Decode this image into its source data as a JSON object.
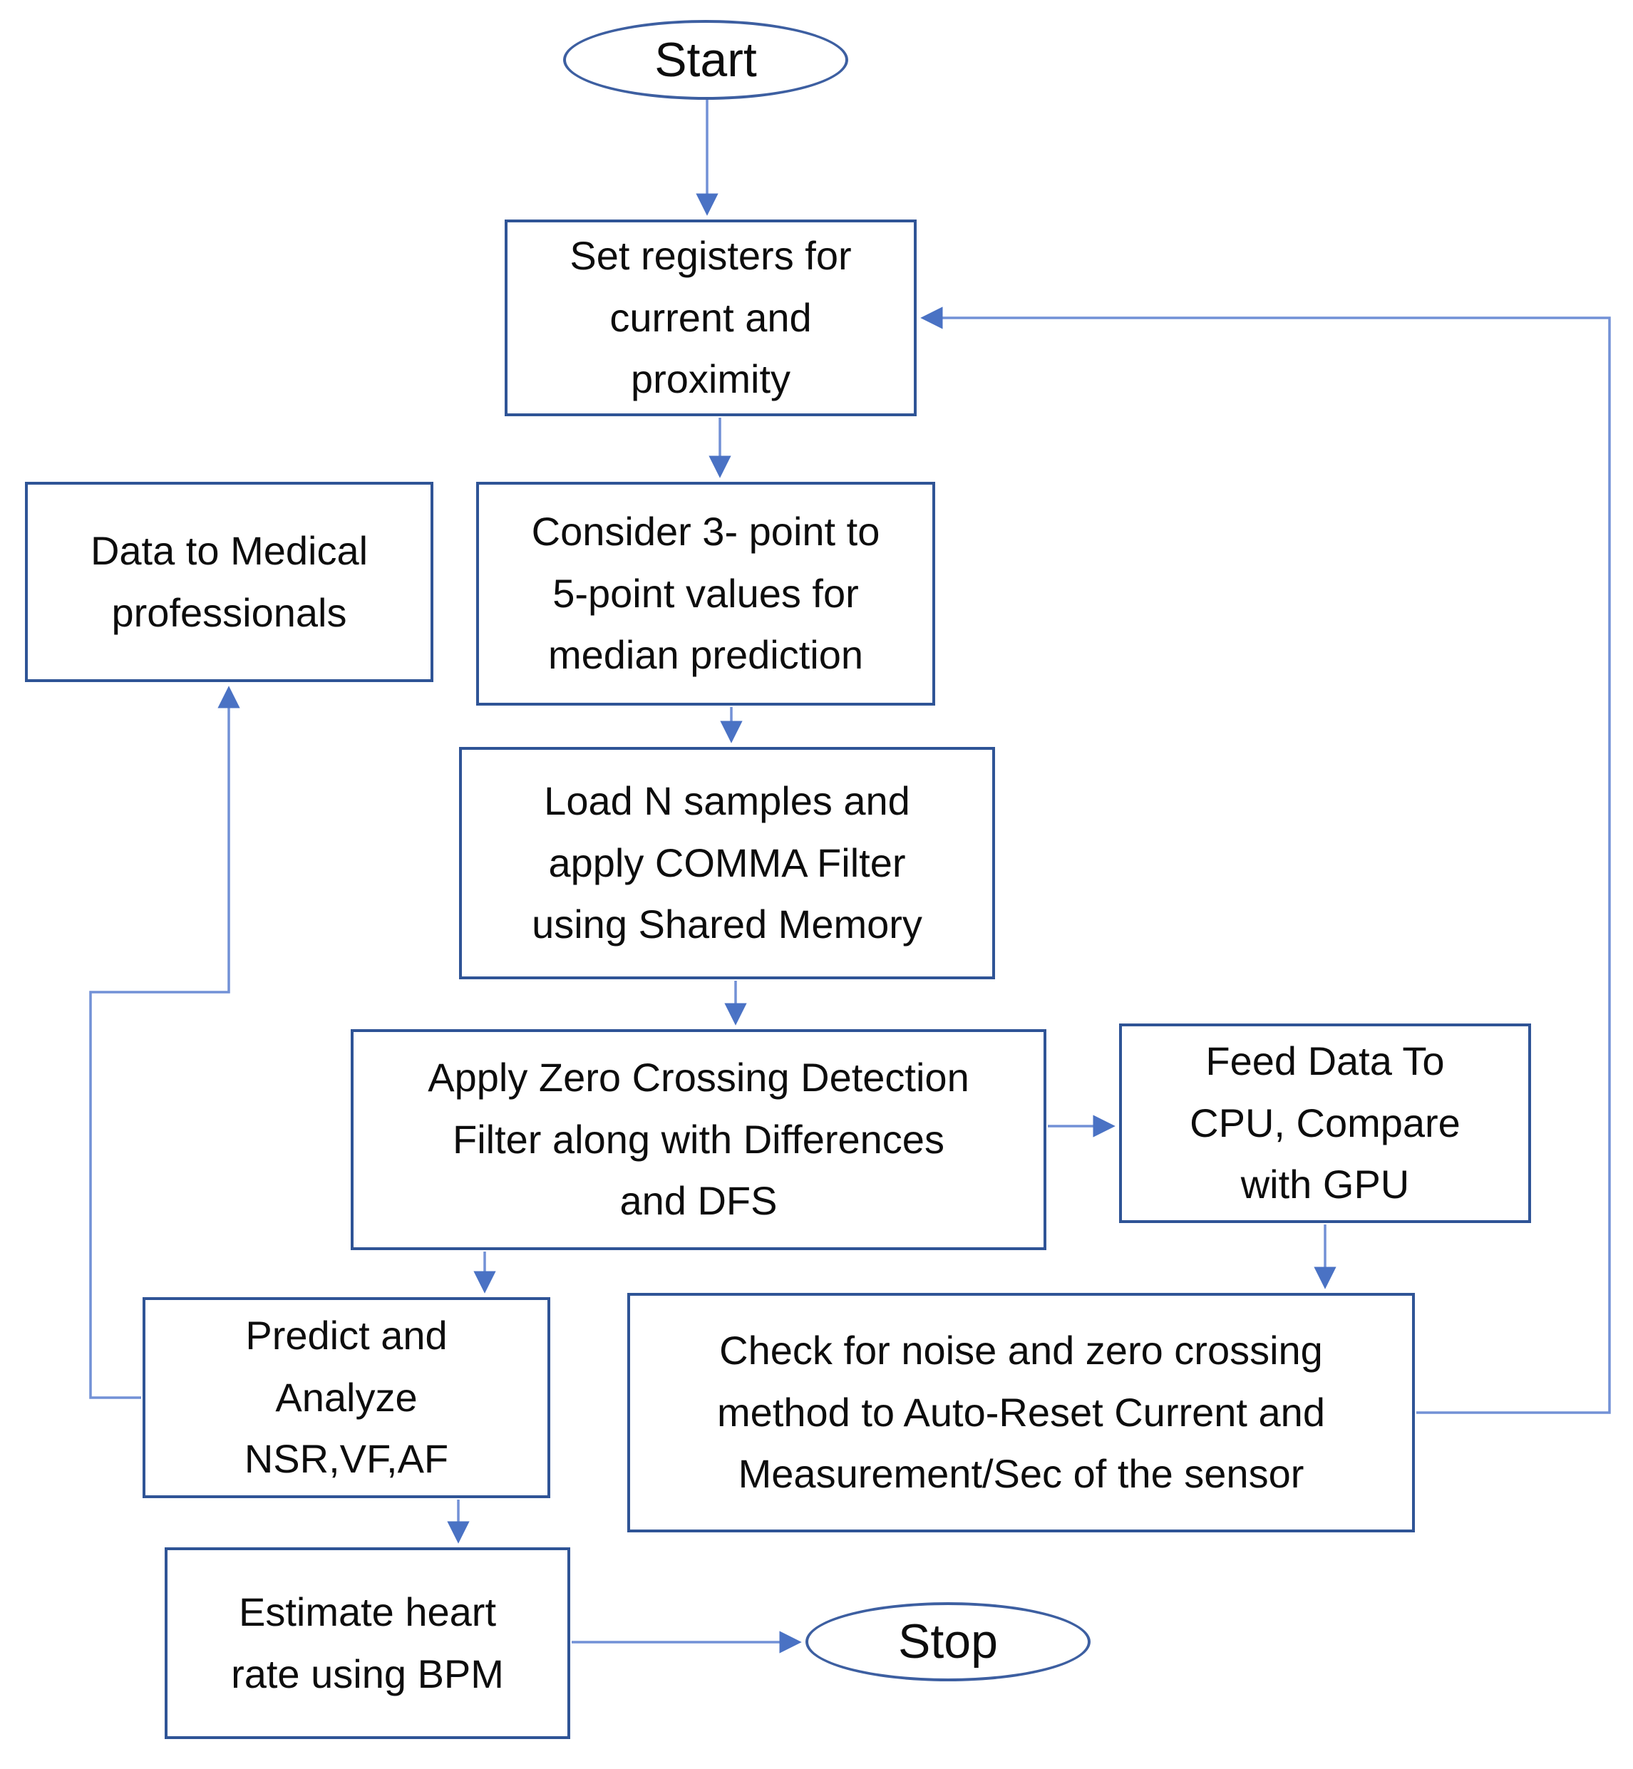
{
  "flowchart": {
    "colors": {
      "box_border": "#2f5496",
      "connector_line": "#7291d6",
      "arrowhead": "#4a72c4",
      "text": "#0d0d0d",
      "background": "#ffffff"
    },
    "nodes": {
      "start": {
        "shape": "terminator",
        "label": "Start"
      },
      "set_registers": {
        "shape": "process",
        "label": "Set registers for\ncurrent and\nproximity"
      },
      "consider_points": {
        "shape": "process",
        "label": "Consider 3- point to\n5-point values for\nmedian prediction"
      },
      "load_samples": {
        "shape": "process",
        "label": "Load N samples and\napply COMMA Filter\nusing Shared Memory"
      },
      "apply_zero_crossing": {
        "shape": "process",
        "label": "Apply Zero Crossing Detection\nFilter along with Differences\nand DFS"
      },
      "feed_data": {
        "shape": "process",
        "label": "Feed Data To\nCPU, Compare\nwith GPU"
      },
      "data_medical": {
        "shape": "process",
        "label": "Data to Medical\nprofessionals"
      },
      "predict_analyze": {
        "shape": "process",
        "label": "Predict and\nAnalyze\nNSR,VF,AF"
      },
      "check_noise": {
        "shape": "process",
        "label": "Check for noise and zero crossing\nmethod to Auto-Reset Current and\nMeasurement/Sec of the sensor"
      },
      "estimate_hr": {
        "shape": "process",
        "label": "Estimate heart\nrate using BPM"
      },
      "stop": {
        "shape": "terminator",
        "label": "Stop"
      }
    },
    "edges": [
      {
        "from": "start",
        "to": "set_registers"
      },
      {
        "from": "set_registers",
        "to": "consider_points"
      },
      {
        "from": "consider_points",
        "to": "load_samples"
      },
      {
        "from": "load_samples",
        "to": "apply_zero_crossing"
      },
      {
        "from": "apply_zero_crossing",
        "to": "feed_data"
      },
      {
        "from": "apply_zero_crossing",
        "to": "predict_analyze"
      },
      {
        "from": "feed_data",
        "to": "check_noise"
      },
      {
        "from": "check_noise",
        "to": "set_registers"
      },
      {
        "from": "predict_analyze",
        "to": "data_medical"
      },
      {
        "from": "predict_analyze",
        "to": "estimate_hr"
      },
      {
        "from": "estimate_hr",
        "to": "stop"
      }
    ]
  }
}
